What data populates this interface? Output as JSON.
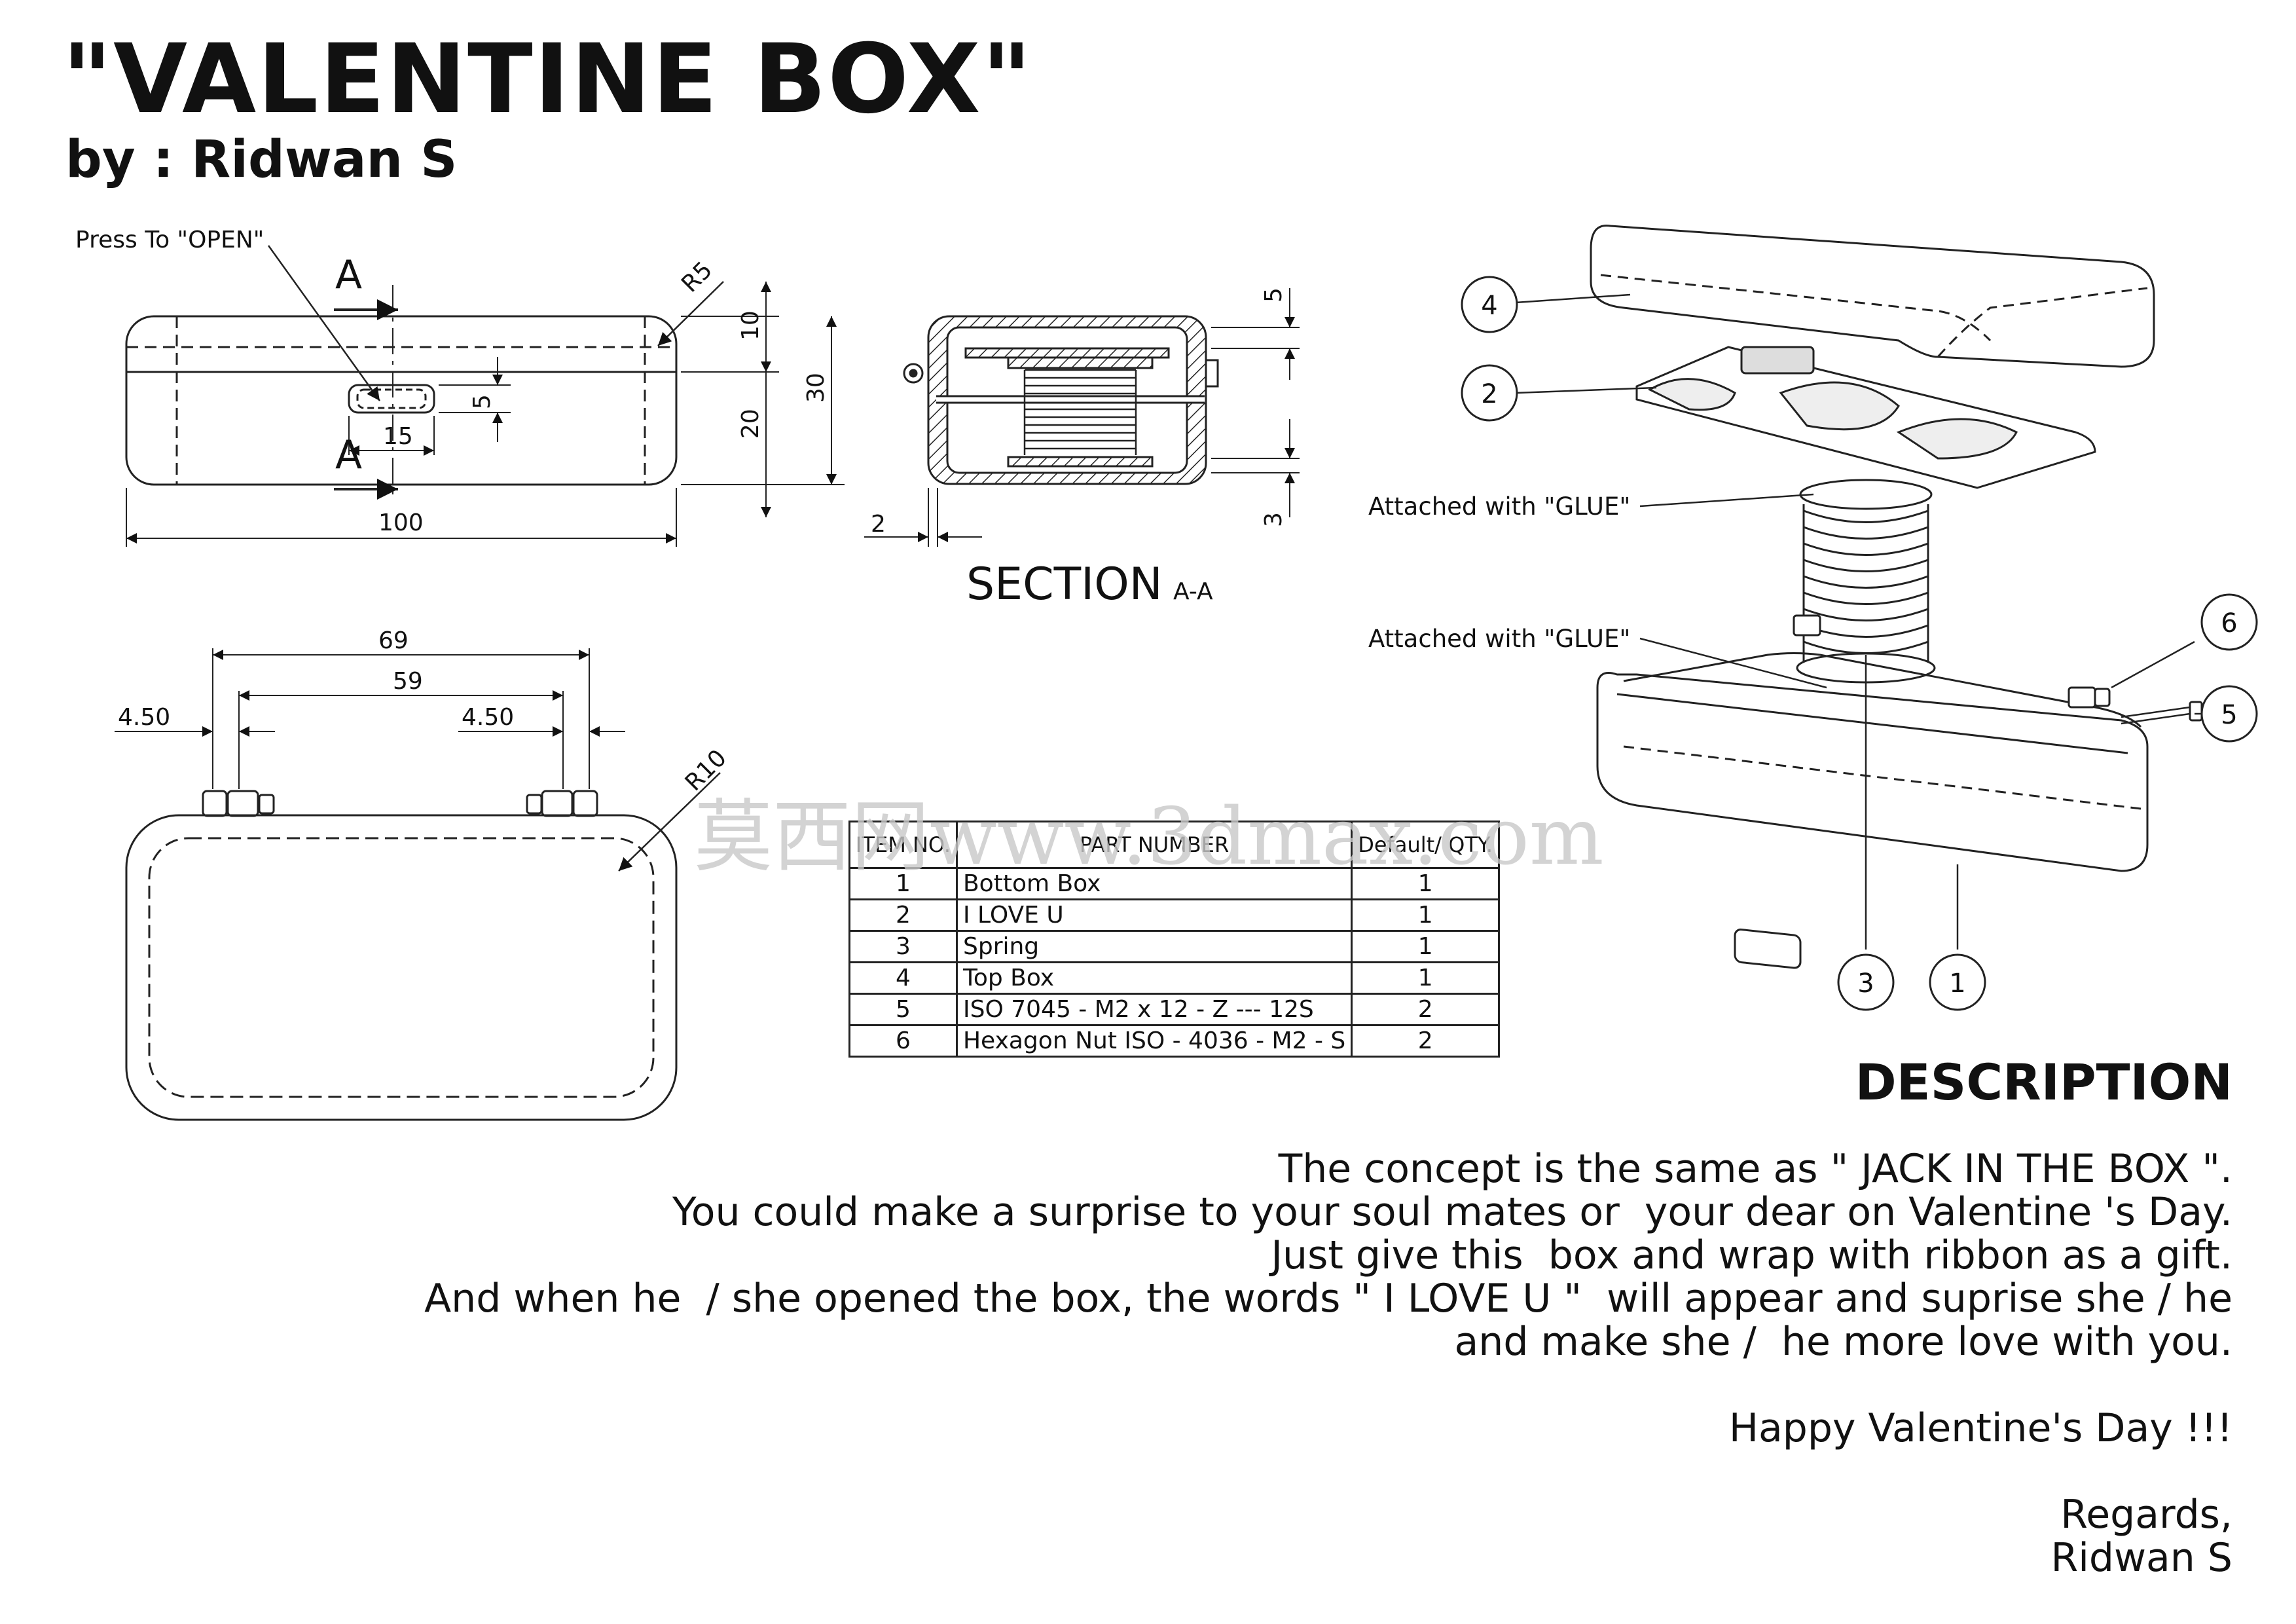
{
  "title": "\"VALENTINE BOX\"",
  "author": "by : Ridwan S",
  "top_view": {
    "press_label": "Press To \"OPEN\"",
    "section_letter_top": "A",
    "section_letter_bottom": "A",
    "dim_radius": "R5",
    "dim_10": "10",
    "dim_30": "30",
    "dim_20": "20",
    "dim_5": "5",
    "dim_15": "15",
    "dim_100": "100"
  },
  "section": {
    "label": "SECTION",
    "sublabel": "A-A",
    "dim_5": "5",
    "dim_3": "3",
    "dim_2": "2"
  },
  "bottom_view": {
    "dim_69": "69",
    "dim_59": "59",
    "dim_left": "4.50",
    "dim_right": "4.50",
    "dim_radius": "R10"
  },
  "exploded": {
    "glue_label_1": "Attached with \"GLUE\"",
    "glue_label_2": "Attached with \"GLUE\"",
    "balloons": [
      "4",
      "2",
      "6",
      "5",
      "3",
      "1"
    ]
  },
  "bom": {
    "headers": [
      "ITEM NO.",
      "PART NUMBER",
      "Default/ QTY."
    ],
    "rows": [
      {
        "item": "1",
        "part": "Bottom Box",
        "qty": "1"
      },
      {
        "item": "2",
        "part": "I LOVE U",
        "qty": "1"
      },
      {
        "item": "3",
        "part": "Spring",
        "qty": "1"
      },
      {
        "item": "4",
        "part": "Top Box",
        "qty": "1"
      },
      {
        "item": "5",
        "part": "ISO 7045 - M2 x 12 - Z --- 12S",
        "qty": "2"
      },
      {
        "item": "6",
        "part": "Hexagon Nut ISO - 4036 - M2 - S",
        "qty": "2"
      }
    ]
  },
  "description": {
    "heading": "DESCRIPTION",
    "lines": [
      "The concept is the same as \" JACK IN THE BOX \".",
      "You could make a surprise to your soul mates or  your dear on Valentine 's Day.",
      "Just give this  box and wrap with ribbon as a gift.",
      "And when he  / she opened the box, the words \" I LOVE U \"  will appear and suprise she / he",
      "and make she /  he more love with you.",
      "",
      "Happy Valentine's Day !!!",
      "",
      "Regards,",
      "Ridwan S"
    ]
  },
  "watermark": "莫西网www.3dmax.com"
}
